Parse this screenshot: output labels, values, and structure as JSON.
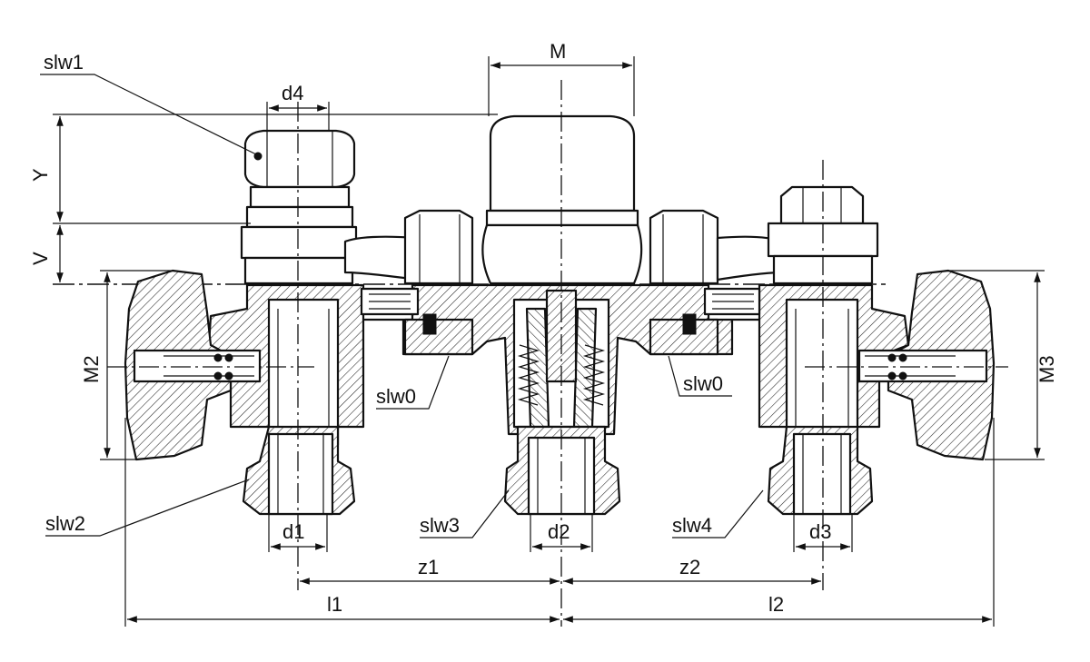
{
  "labels": {
    "M": "M",
    "d4": "d4",
    "slw1": "slw1",
    "Y": "Y",
    "V": "V",
    "M2": "M2",
    "M3": "M3",
    "slw0_left": "slw0",
    "slw0_right": "slw0",
    "slw2": "slw2",
    "slw3": "slw3",
    "slw4": "slw4",
    "d1": "d1",
    "d2": "d2",
    "d3": "d3",
    "z1": "z1",
    "z2": "z2",
    "l1": "l1",
    "l2": "l2"
  },
  "colors": {
    "ink": "#111111",
    "paper": "#ffffff"
  }
}
